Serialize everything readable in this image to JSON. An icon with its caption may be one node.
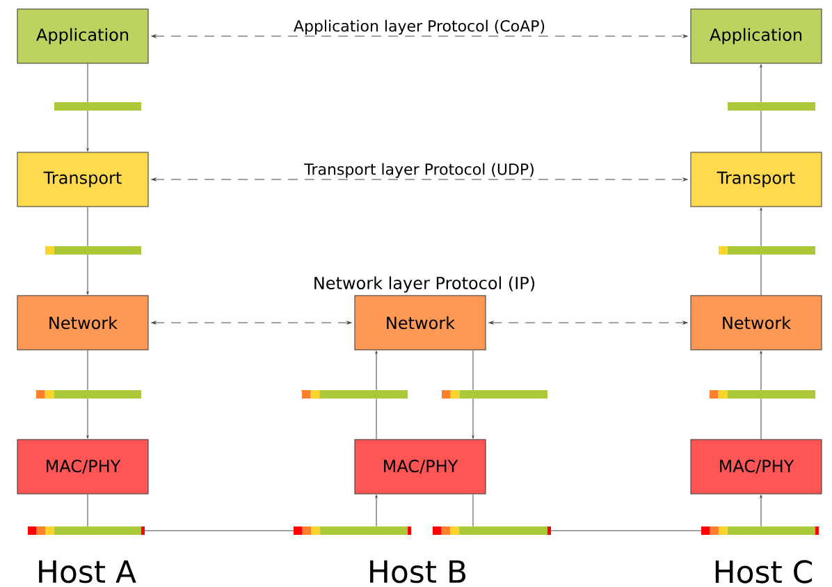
{
  "diagram": {
    "nodes": [
      {
        "text": [
          "Application"
        ]
      },
      {
        "text": [
          "Transport"
        ]
      },
      {
        "text": [
          "Network"
        ]
      },
      {
        "text": [
          "MAC/PHY"
        ]
      },
      {
        "text": [
          "Network"
        ]
      },
      {
        "text": [
          "MAC/PHY"
        ]
      },
      {
        "text": [
          "Application"
        ]
      },
      {
        "text": [
          "Transport"
        ]
      },
      {
        "text": [
          "Network"
        ]
      },
      {
        "text": [
          "MAC/PHY"
        ]
      },
      {
        "text": [],
        "shape": "bar"
      },
      {
        "text": [],
        "shape": "bar"
      },
      {
        "text": [],
        "shape": "bar"
      },
      {
        "text": [],
        "shape": "bar"
      },
      {
        "text": [],
        "shape": "bar"
      },
      {
        "text": [],
        "shape": "bar"
      },
      {
        "text": [],
        "shape": "bar"
      },
      {
        "text": [],
        "shape": "bar"
      },
      {
        "text": [],
        "shape": "bar"
      },
      {
        "text": [],
        "shape": "bar"
      },
      {
        "text": [],
        "shape": "bar"
      },
      {
        "text": [],
        "shape": "bar"
      }
    ],
    "edges": [
      {
        "from": 0,
        "to": 10,
        "arrow": "none"
      },
      {
        "from": 10,
        "to": 1,
        "arrow": "to"
      },
      {
        "from": 1,
        "to": 12,
        "arrow": "none"
      },
      {
        "from": 12,
        "to": 2,
        "arrow": "to"
      },
      {
        "from": 2,
        "to": 14,
        "arrow": "none"
      },
      {
        "from": 14,
        "to": 3,
        "arrow": "to"
      },
      {
        "from": 3,
        "to": 18,
        "arrow": "none"
      },
      {
        "from": 18,
        "to": 19,
        "arrow": "none"
      },
      {
        "from": 19,
        "to": 5,
        "arrow": "to"
      },
      {
        "from": 5,
        "to": 15,
        "arrow": "none"
      },
      {
        "from": 15,
        "to": 4,
        "arrow": "to"
      },
      {
        "from": 4,
        "to": 16,
        "arrow": "none"
      },
      {
        "from": 16,
        "to": 5,
        "arrow": "to"
      },
      {
        "from": 5,
        "to": 20,
        "arrow": "none"
      },
      {
        "from": 20,
        "to": 21,
        "arrow": "none"
      },
      {
        "from": 21,
        "to": 9,
        "arrow": "to"
      },
      {
        "from": 9,
        "to": 17,
        "arrow": "none"
      },
      {
        "from": 17,
        "to": 8,
        "arrow": "to"
      },
      {
        "from": 8,
        "to": 13,
        "arrow": "none"
      },
      {
        "from": 13,
        "to": 7,
        "arrow": "to"
      },
      {
        "from": 7,
        "to": 11,
        "arrow": "none"
      },
      {
        "from": 11,
        "to": 6,
        "arrow": "to"
      },
      {
        "from": 0,
        "to": 6,
        "arrow": "both",
        "style": "dashed",
        "label": "Application layer Protocol (CoAP)"
      },
      {
        "from": 1,
        "to": 7,
        "arrow": "both",
        "style": "dashed",
        "label": "Transport layer Protocol (UDP)"
      },
      {
        "from": 2,
        "to": 4,
        "arrow": "both",
        "style": "dashed"
      },
      {
        "from": 4,
        "to": 8,
        "arrow": "both",
        "style": "dashed"
      }
    ],
    "labels": [
      "Network layer Protocol (IP)",
      "Host A",
      "Host B",
      "Host C"
    ]
  }
}
